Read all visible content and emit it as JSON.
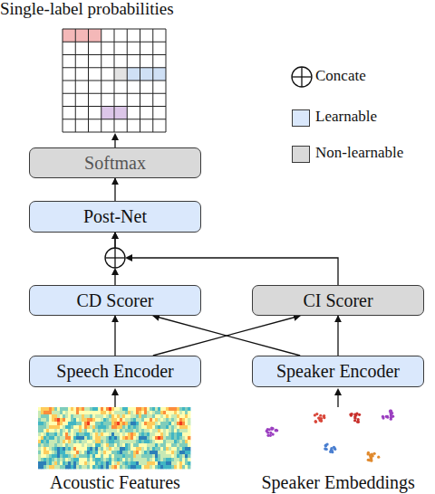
{
  "diagram": {
    "nodes": [
      {
        "text": [
          "Softmax"
        ]
      },
      {
        "text": [
          "Post-Net"
        ]
      },
      {
        "text": [
          "CD Scorer"
        ]
      },
      {
        "text": [
          "CI Scorer"
        ]
      },
      {
        "text": [
          "Speech Encoder"
        ]
      },
      {
        "text": [
          "Speaker Encoder"
        ]
      }
    ],
    "edges": [
      {
        "from": 2,
        "to": 1,
        "arrow": "to"
      },
      {
        "from": 3,
        "to": 1,
        "arrow": "to"
      },
      {
        "from": 4,
        "to": 2,
        "arrow": "to"
      },
      {
        "from": 4,
        "to": 3,
        "arrow": "to"
      },
      {
        "from": 5,
        "to": 2,
        "arrow": "to"
      },
      {
        "from": 5,
        "to": 3,
        "arrow": "to"
      },
      {
        "from": 1,
        "to": 0,
        "arrow": "to"
      }
    ],
    "labels": [
      "Single-label probabilities",
      "Acoustic Features",
      "Speaker Embeddings"
    ],
    "legend": [
      {
        "text": "Concate"
      },
      {
        "text": "Learnable",
        "color": "#dae8fc"
      },
      {
        "text": "Non-learnable",
        "color": "#d9d9d9"
      }
    ]
  }
}
